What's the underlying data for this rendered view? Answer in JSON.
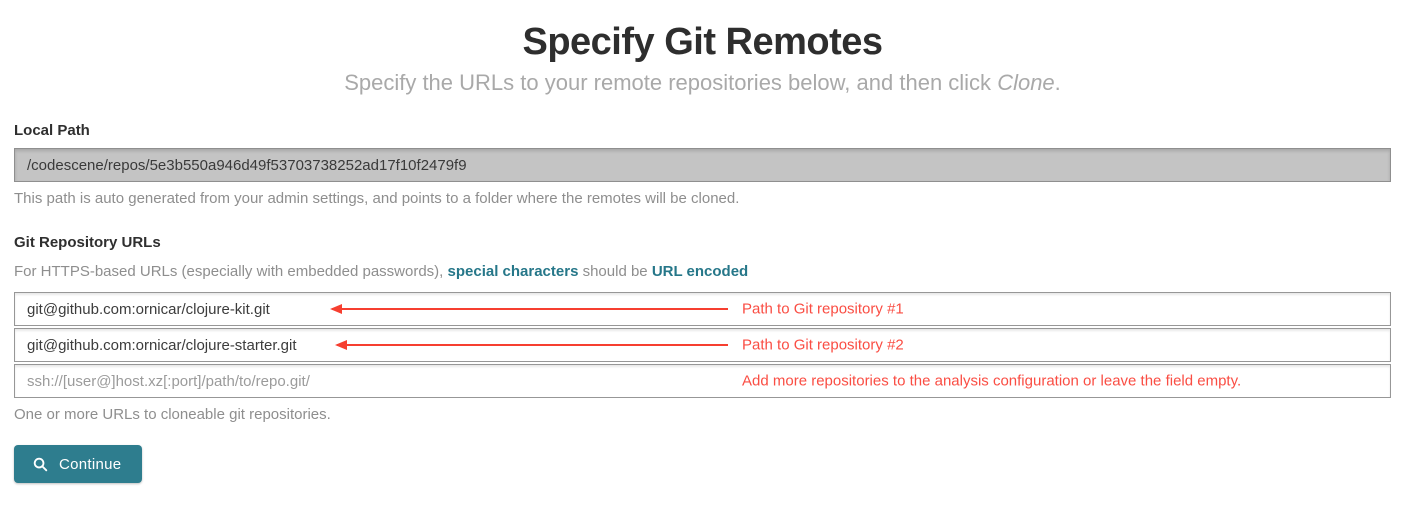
{
  "page": {
    "title": "Specify Git Remotes",
    "subtitle_prefix": "Specify the URLs to your remote repositories below, and then click ",
    "subtitle_emphasis": "Clone",
    "subtitle_suffix": "."
  },
  "local_path": {
    "label": "Local Path",
    "value": "/codescene/repos/5e3b550a946d49f53703738252ad17f10f2479f9",
    "help": "This path is auto generated from your admin settings, and points to a folder where the remotes will be cloned."
  },
  "git_urls": {
    "label": "Git Repository URLs",
    "note_part1": "For HTTPS-based URLs (especially with embedded passwords), ",
    "link_special_characters": "special characters",
    "note_part2": " should be ",
    "link_url_encoded": "URL encoded",
    "inputs": [
      {
        "value": "git@github.com:ornicar/clojure-kit.git",
        "annotation": "Path to Git repository #1",
        "has_arrow": true
      },
      {
        "value": "git@github.com:ornicar/clojure-starter.git",
        "annotation": "Path to Git repository #2",
        "has_arrow": true
      },
      {
        "placeholder": "ssh://[user@]host.xz[:port]/path/to/repo.git/",
        "annotation": "Add more repositories to the analysis configuration or leave the field empty.",
        "has_arrow": false
      }
    ],
    "help": "One or more URLs to cloneable git repositories."
  },
  "continue_button": {
    "label": "Continue",
    "icon": "search-icon"
  },
  "colors": {
    "accent_teal": "#2e7d8e",
    "link_teal": "#267789",
    "annotation_red": "#f63f30",
    "disabled_input_bg": "#c4c4c4"
  }
}
